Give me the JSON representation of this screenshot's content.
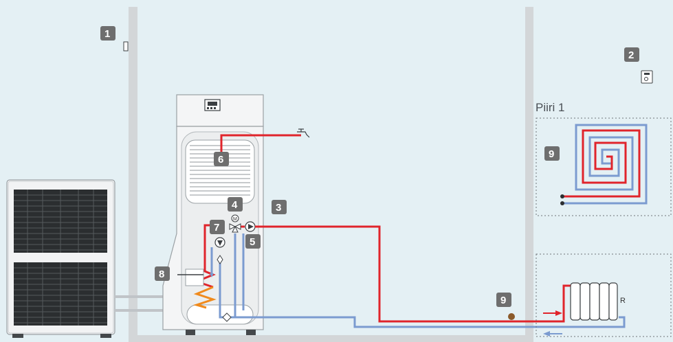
{
  "badges": [
    {
      "id": "1",
      "label": "1"
    },
    {
      "id": "2",
      "label": "2"
    },
    {
      "id": "3",
      "label": "3"
    },
    {
      "id": "4",
      "label": "4"
    },
    {
      "id": "5",
      "label": "5"
    },
    {
      "id": "6",
      "label": "6"
    },
    {
      "id": "7",
      "label": "7"
    },
    {
      "id": "8",
      "label": "8"
    },
    {
      "id": "9a",
      "label": "9"
    },
    {
      "id": "9b",
      "label": "9"
    }
  ],
  "circuit": {
    "label": "Piiri 1"
  },
  "radiator": {
    "label": "R"
  },
  "colors": {
    "background": "#e4f0f4",
    "wall": "#d3d6d8",
    "hot_pipe": "#e0242b",
    "cold_pipe": "#7b9bd0",
    "outdoor_pipe": "#c0c4c8",
    "heater_orange": "#f08a1c",
    "badge": "#6e6e6e",
    "sensor": "#8b5a2b"
  },
  "icons": {
    "room_sensor": "room-sensor-icon",
    "room_thermostat": "room-thermostat-icon",
    "tap": "tap-icon",
    "control_panel": "control-panel-icon",
    "mixing_valve": "mixing-valve-icon",
    "pump": "circulation-pump-icon",
    "outdoor_unit": "heat-pump-outdoor-unit-icon"
  }
}
